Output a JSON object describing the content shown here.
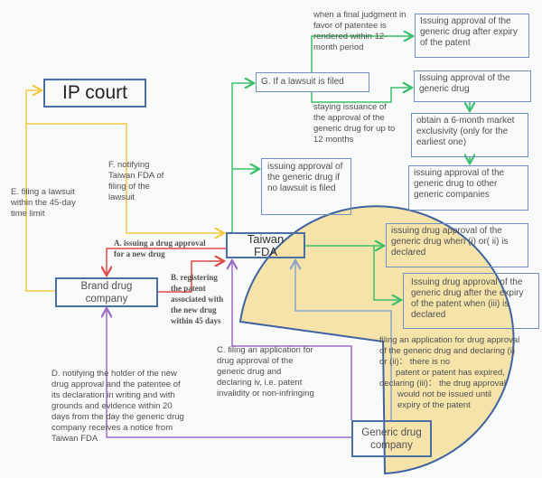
{
  "nodes": {
    "ip_court": "IP court",
    "taiwan_fda": "Taiwan FDA",
    "brand_company": "Brand drug company",
    "generic_company": "Generic drug company",
    "g_lawsuit": "G. If a lawsuit is  filed",
    "after_expiry": "Issuing approval of  the generic drug after expiry of the patent",
    "issuing_approval": "Issuing  approval of the generic drug",
    "exclusivity": "obtain a 6-month market exclusivity (only for the earliest one)",
    "other_generics": "issuing approval of the generic drug to other generic companies",
    "no_lawsuit": "issuing  approval of the  generic drug if no lawsuit is  filed",
    "when_i_ii": "issuing drug approval of the generic drug when (i) or( ii) is declared",
    "when_iii": "Issuing drug approval of the generic drug  after the expiry of the patent when (iii) is declared"
  },
  "labels": {
    "a": "A. issuing a drug approval for a new drug",
    "b": "B. registering the patent associated with the new drug within 45 days",
    "c": "C. filing an application for drug approval of  the generic drug and declaring iv, i.e. patent invalidity or non-infringing",
    "d": "D. notifying the holder of the new drug approval and  the patentee of its declaration in writing and with grounds and evidence within 20 days from the day  the generic drug company receives a notice from Taiwan FDA",
    "e": "E. filing a lawsuit within the 45-day time limit",
    "f": "F. notifying Taiwan FDA of filing of the lawsuit",
    "final_judgment": "when a final judgment in favor of patentee is rendered within 12-month period",
    "staying": "staying   issuance of the approval of the generic drug for up to 12 months",
    "declaring_1": "filing an application for  drug approval of  the generic drug and declaring (i) or (ii)： there is no",
    "declaring_2": "patent  or  patent has  expired,",
    "declaring_3": "declaring (iii)：  the drug approval",
    "declaring_4": "would not be issued until expiry of the patent"
  },
  "colors": {
    "yellow": "#f5c842",
    "red": "#e04848",
    "purple": "#9a6cc8",
    "green": "#3cbf6a",
    "blue": "#8aa4c8",
    "pie": "#f5e3aa",
    "box_border": "#4a6fa5"
  }
}
